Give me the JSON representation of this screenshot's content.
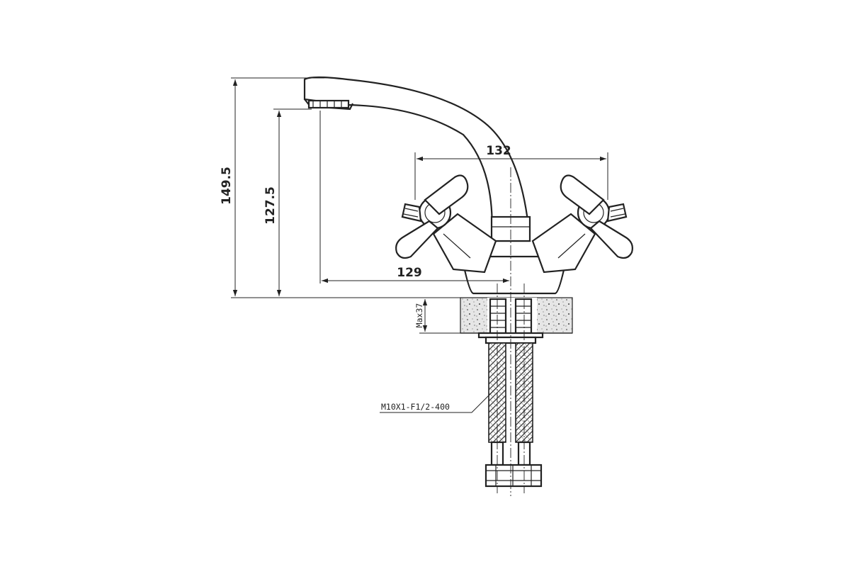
{
  "dimensions": {
    "overall_height": "149.5",
    "spout_height": "127.5",
    "handle_span": "132",
    "spout_reach": "129",
    "counter_thickness": "Max37"
  },
  "callouts": {
    "hose_spec": "M10X1-F1/2-400"
  }
}
